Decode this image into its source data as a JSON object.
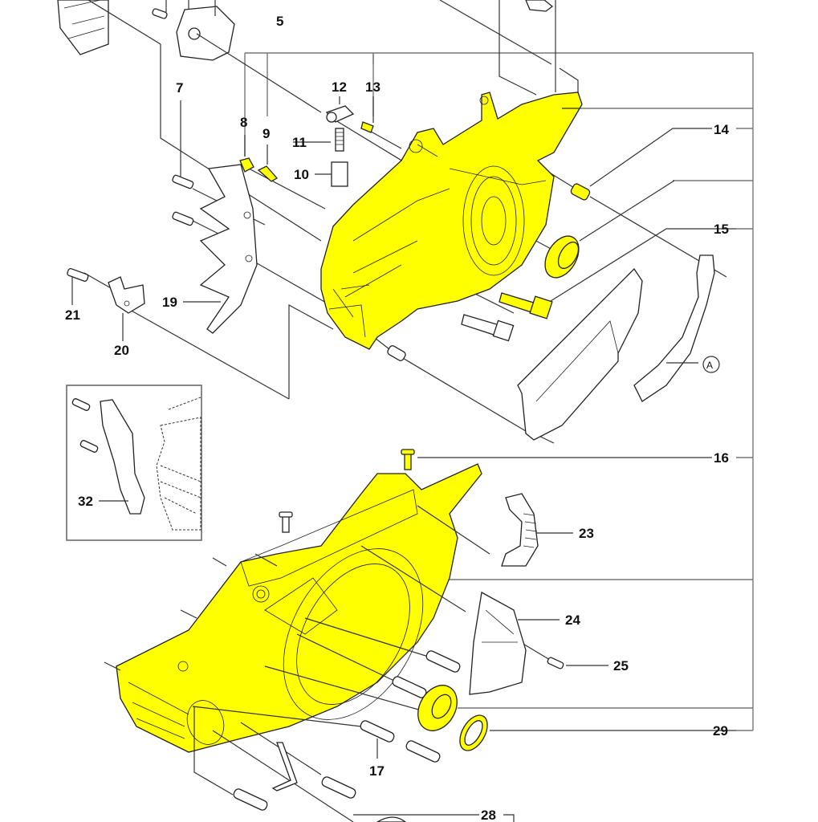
{
  "diagram": {
    "title": "Crankcase exploded parts diagram",
    "highlight_color": "#ffff00",
    "line_color": "#333333",
    "frame_color": "#777777",
    "callouts": [
      {
        "id": "5",
        "label": "5"
      },
      {
        "id": "7",
        "label": "7"
      },
      {
        "id": "8",
        "label": "8"
      },
      {
        "id": "9",
        "label": "9"
      },
      {
        "id": "10",
        "label": "10"
      },
      {
        "id": "11",
        "label": "11"
      },
      {
        "id": "12",
        "label": "12"
      },
      {
        "id": "13",
        "label": "13"
      },
      {
        "id": "14",
        "label": "14"
      },
      {
        "id": "15",
        "label": "15"
      },
      {
        "id": "16",
        "label": "16"
      },
      {
        "id": "17",
        "label": "17"
      },
      {
        "id": "19",
        "label": "19"
      },
      {
        "id": "20",
        "label": "20"
      },
      {
        "id": "21",
        "label": "21"
      },
      {
        "id": "23",
        "label": "23"
      },
      {
        "id": "24",
        "label": "24"
      },
      {
        "id": "25",
        "label": "25"
      },
      {
        "id": "28",
        "label": "28"
      },
      {
        "id": "29",
        "label": "29"
      },
      {
        "id": "32",
        "label": "32"
      }
    ],
    "reference_marker": {
      "label": "A"
    },
    "highlighted_parts": [
      "crankcase-upper-half",
      "crankcase-lower-half",
      "bearing-upper",
      "bearing-lower",
      "seal-ring",
      "stud-8",
      "stud-9",
      "screw-13",
      "bolt-16",
      "stud-15"
    ]
  }
}
